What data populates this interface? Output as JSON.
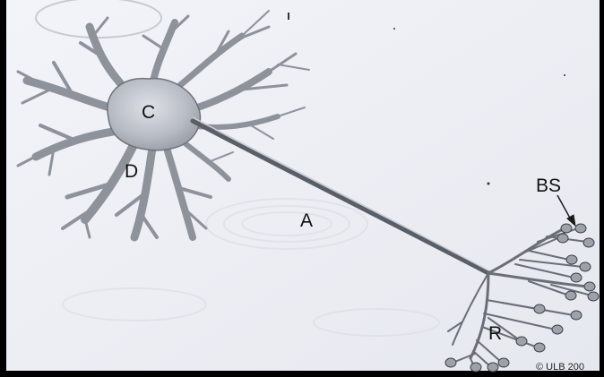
{
  "image": {
    "labels": {
      "cell_body": "C",
      "dendrite": "D",
      "axon": "A",
      "synaptic_boutons": "BS",
      "branches": "R"
    },
    "copyright": "© ULB 200",
    "colors": {
      "paper": "#eef0f6",
      "neuron_fill": "#b8bcc6",
      "neuron_stroke": "#4b4f58",
      "frame": "#000000"
    }
  }
}
